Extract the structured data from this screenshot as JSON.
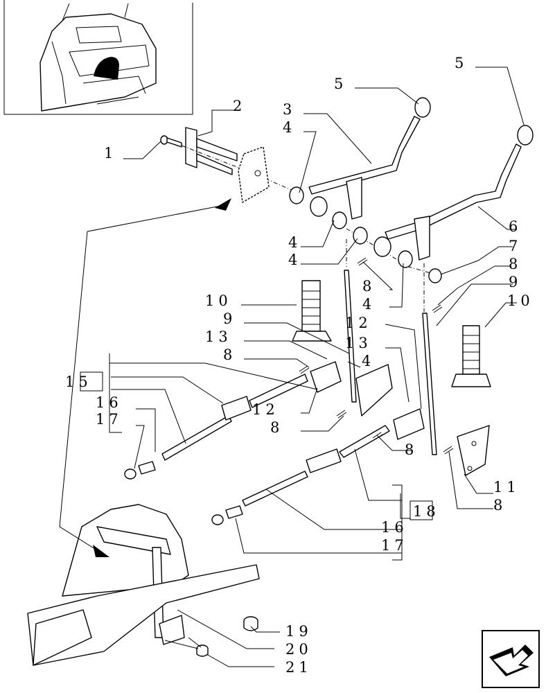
{
  "callouts": {
    "c1": "1",
    "c2": "2",
    "c3": "3",
    "c4a": "4",
    "c5a": "5",
    "c5b": "5",
    "c4b": "4",
    "c4c": "4",
    "c6": "6",
    "c7": "7",
    "c8a": "8",
    "c4d": "4",
    "c8b": "8",
    "c9a": "9",
    "c10a": "10",
    "c9b": "9",
    "c10b": "10",
    "c13a": "13",
    "c12a": "12",
    "c8c": "8",
    "c13b": "13",
    "c14": "4",
    "c15": "15",
    "c16a": "16",
    "c17a": "17",
    "c12b": "12",
    "c8d": "8",
    "c8e": "8",
    "c11": "11",
    "c8f": "8",
    "c18": "18",
    "c16b": "16",
    "c17b": "17",
    "c19": "19",
    "c20": "20",
    "c21": "21"
  },
  "icons": {
    "thumbnail": "tractor-cab-location-thumbnail",
    "nav": "next-page-arrow-icon"
  }
}
